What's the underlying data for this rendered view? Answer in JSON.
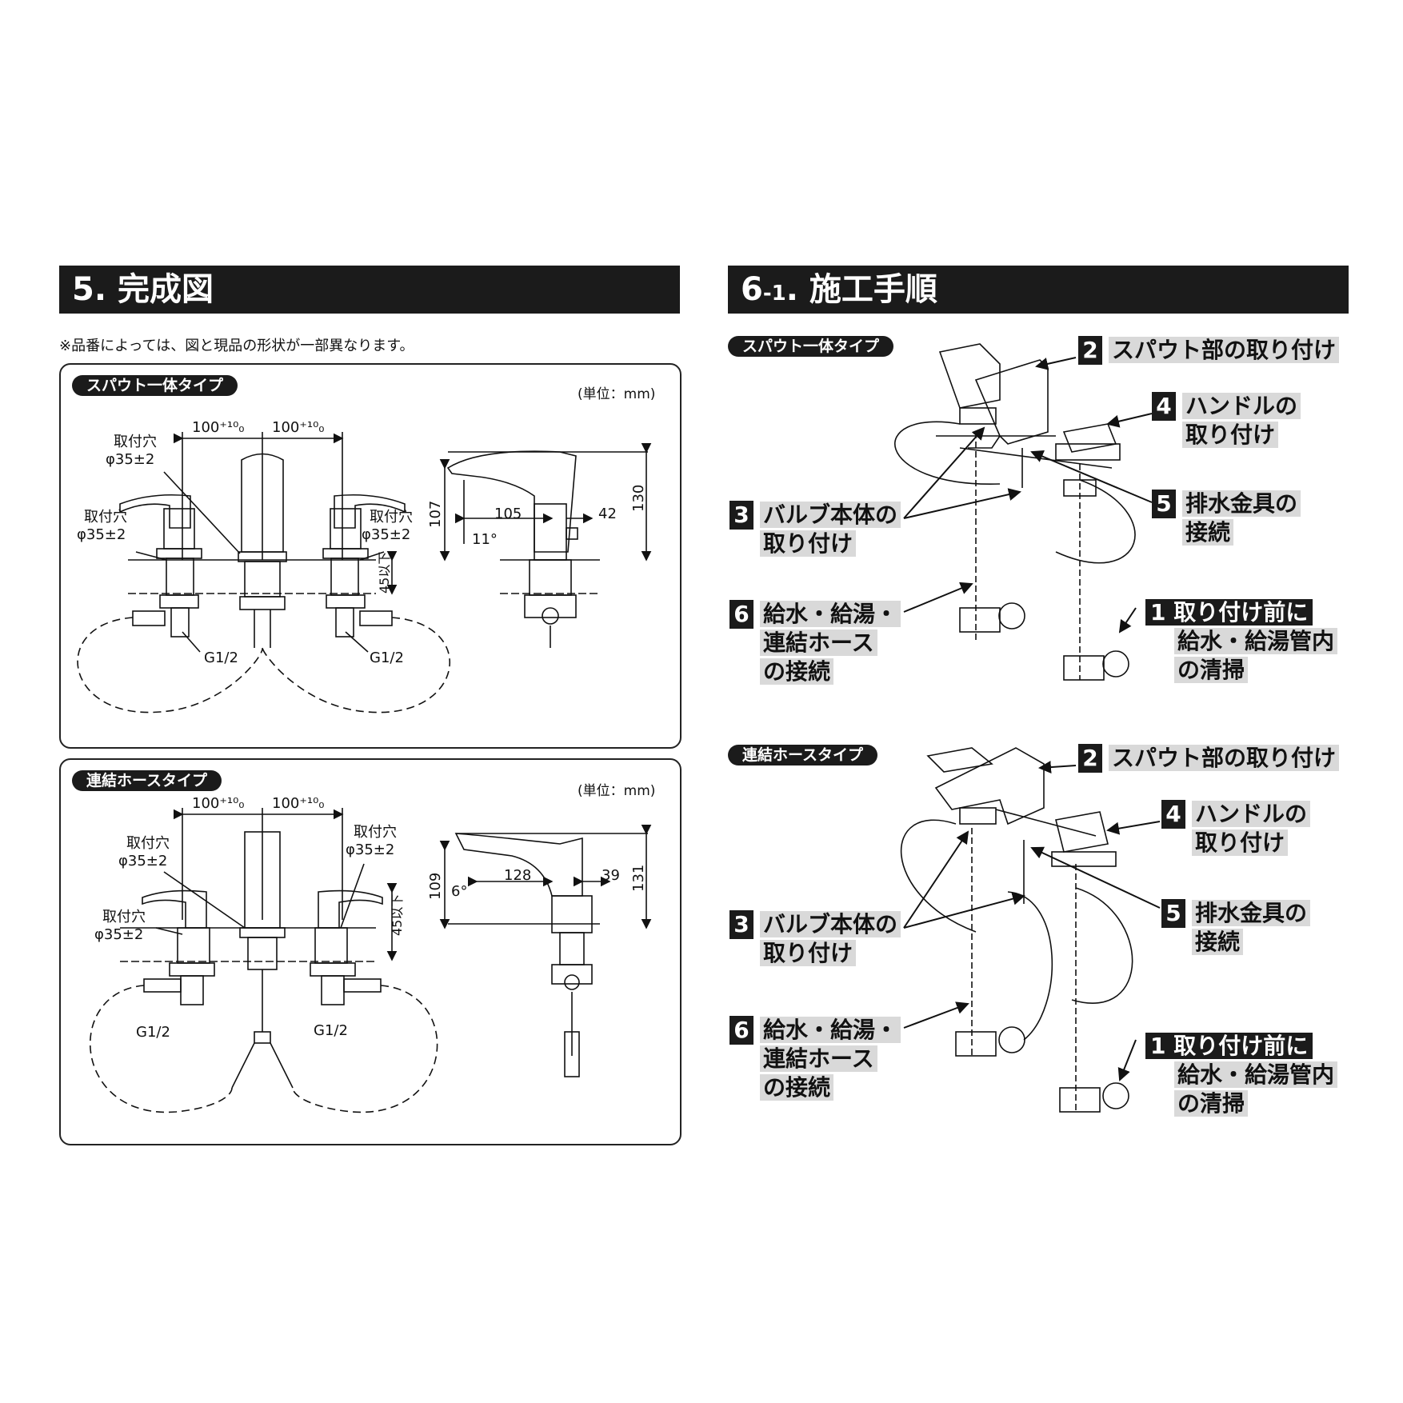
{
  "sec5": {
    "title": "5. 完成図",
    "note": "※品番によっては、図と現品の形状が一部異なります。"
  },
  "panelA": {
    "tag": "スパウト一体タイプ",
    "unit": "(単位：mm)",
    "dims": {
      "span_l": "100⁺¹⁰₀",
      "span_r": "100⁺¹⁰₀",
      "depth": "45以下",
      "side_107": "107",
      "side_105": "105",
      "side_42": "42",
      "side_130": "130",
      "angle": "11°"
    },
    "holes": {
      "label": "取付穴",
      "spec": "φ35±2"
    },
    "thread": "G1/2"
  },
  "panelB": {
    "tag": "連結ホースタイプ",
    "unit": "(単位：mm)",
    "dims": {
      "span_l": "100⁺¹⁰₀",
      "span_r": "100⁺¹⁰₀",
      "depth": "45以下",
      "side_109": "109",
      "side_128": "128",
      "side_39": "39",
      "side_131": "131",
      "angle": "6°"
    },
    "holes": {
      "label": "取付穴",
      "spec": "φ35±2"
    },
    "thread": "G1/2"
  },
  "sec6": {
    "title_main": "6",
    "title_sub": "-1",
    "title_rest": ". 施工手順"
  },
  "steps": {
    "s1": {
      "num": "1",
      "line1": "取り付け前に",
      "line2": "給水・給湯管内",
      "line3": "の清掃"
    },
    "s2": {
      "num": "2",
      "line1": "スパウト部の取り付け"
    },
    "s3": {
      "num": "3",
      "line1": "バルブ本体の",
      "line2": "取り付け"
    },
    "s4": {
      "num": "4",
      "line1": "ハンドルの",
      "line2": "取り付け"
    },
    "s5": {
      "num": "5",
      "line1": "排水金具の",
      "line2": "接続"
    },
    "s6": {
      "num": "6",
      "line1": "給水・給湯・",
      "line2": "連結ホース",
      "line3": "の接続"
    }
  },
  "tags": {
    "top": "スパウト一体タイプ",
    "bottom": "連結ホースタイプ"
  }
}
